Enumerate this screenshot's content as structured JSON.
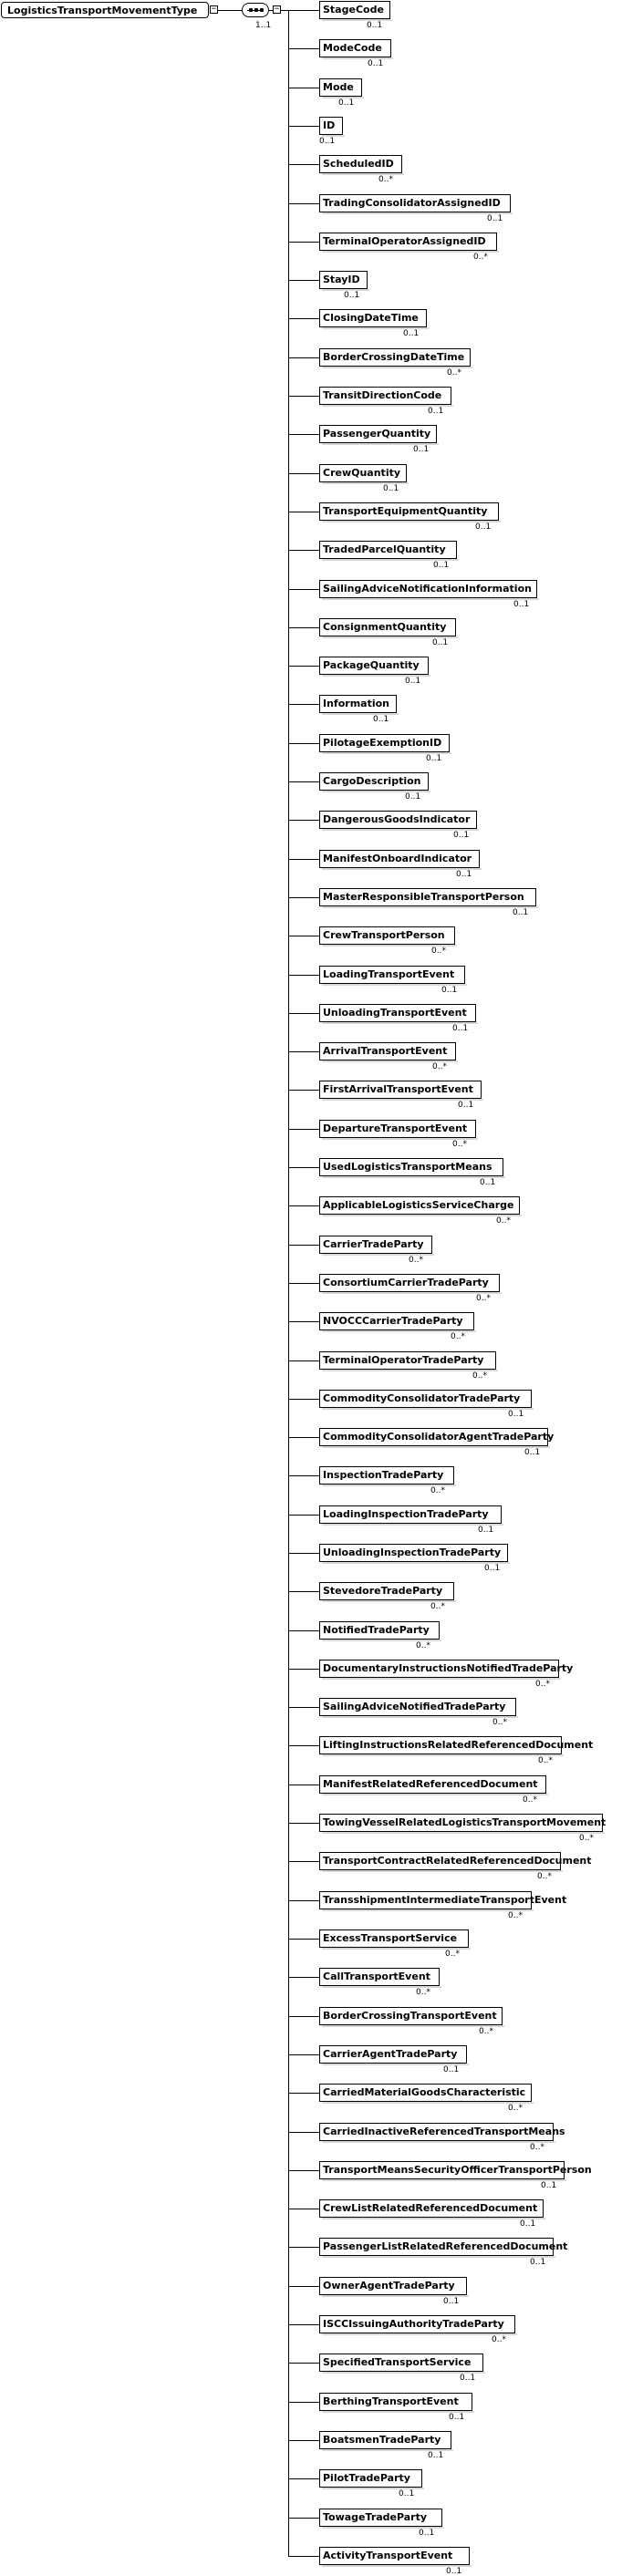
{
  "root": {
    "label": "LogisticsTransportMovementType",
    "cardinality": "1..1"
  },
  "compositor": {
    "type": "sequence",
    "icon": "sequence-icon"
  },
  "elements": [
    {
      "label": "StageCode",
      "card": "0..1"
    },
    {
      "label": "ModeCode",
      "card": "0..1"
    },
    {
      "label": "Mode",
      "card": "0..1"
    },
    {
      "label": "ID",
      "card": "0..1"
    },
    {
      "label": "ScheduledID",
      "card": "0..*"
    },
    {
      "label": "TradingConsolidatorAssignedID",
      "card": "0..1"
    },
    {
      "label": "TerminalOperatorAssignedID",
      "card": "0..*"
    },
    {
      "label": "StayID",
      "card": "0..1"
    },
    {
      "label": "ClosingDateTime",
      "card": "0..1"
    },
    {
      "label": "BorderCrossingDateTime",
      "card": "0..*"
    },
    {
      "label": "TransitDirectionCode",
      "card": "0..1"
    },
    {
      "label": "PassengerQuantity",
      "card": "0..1"
    },
    {
      "label": "CrewQuantity",
      "card": "0..1"
    },
    {
      "label": "TransportEquipmentQuantity",
      "card": "0..1"
    },
    {
      "label": "TradedParcelQuantity",
      "card": "0..1"
    },
    {
      "label": "SailingAdviceNotificationInformation",
      "card": "0..1"
    },
    {
      "label": "ConsignmentQuantity",
      "card": "0..1"
    },
    {
      "label": "PackageQuantity",
      "card": "0..1"
    },
    {
      "label": "Information",
      "card": "0..1"
    },
    {
      "label": "PilotageExemptionID",
      "card": "0..1"
    },
    {
      "label": "CargoDescription",
      "card": "0..1"
    },
    {
      "label": "DangerousGoodsIndicator",
      "card": "0..1"
    },
    {
      "label": "ManifestOnboardIndicator",
      "card": "0..1"
    },
    {
      "label": "MasterResponsibleTransportPerson",
      "card": "0..1"
    },
    {
      "label": "CrewTransportPerson",
      "card": "0..*"
    },
    {
      "label": "LoadingTransportEvent",
      "card": "0..1"
    },
    {
      "label": "UnloadingTransportEvent",
      "card": "0..1"
    },
    {
      "label": "ArrivalTransportEvent",
      "card": "0..*"
    },
    {
      "label": "FirstArrivalTransportEvent",
      "card": "0..1"
    },
    {
      "label": "DepartureTransportEvent",
      "card": "0..*"
    },
    {
      "label": "UsedLogisticsTransportMeans",
      "card": "0..1"
    },
    {
      "label": "ApplicableLogisticsServiceCharge",
      "card": "0..*"
    },
    {
      "label": "CarrierTradeParty",
      "card": "0..*"
    },
    {
      "label": "ConsortiumCarrierTradeParty",
      "card": "0..*"
    },
    {
      "label": "NVOCCCarrierTradeParty",
      "card": "0..*"
    },
    {
      "label": "TerminalOperatorTradeParty",
      "card": "0..*"
    },
    {
      "label": "CommodityConsolidatorTradeParty",
      "card": "0..1"
    },
    {
      "label": "CommodityConsolidatorAgentTradeParty",
      "card": "0..1"
    },
    {
      "label": "InspectionTradeParty",
      "card": "0..*"
    },
    {
      "label": "LoadingInspectionTradeParty",
      "card": "0..1"
    },
    {
      "label": "UnloadingInspectionTradeParty",
      "card": "0..1"
    },
    {
      "label": "StevedoreTradeParty",
      "card": "0..*"
    },
    {
      "label": "NotifiedTradeParty",
      "card": "0..*"
    },
    {
      "label": "DocumentaryInstructionsNotifiedTradeParty",
      "card": "0..*"
    },
    {
      "label": "SailingAdviceNotifiedTradeParty",
      "card": "0..*"
    },
    {
      "label": "LiftingInstructionsRelatedReferencedDocument",
      "card": "0..*"
    },
    {
      "label": "ManifestRelatedReferencedDocument",
      "card": "0..*"
    },
    {
      "label": "TowingVesselRelatedLogisticsTransportMovement",
      "card": "0..*"
    },
    {
      "label": "TransportContractRelatedReferencedDocument",
      "card": "0..*"
    },
    {
      "label": "TransshipmentIntermediateTransportEvent",
      "card": "0..*"
    },
    {
      "label": "ExcessTransportService",
      "card": "0..*"
    },
    {
      "label": "CallTransportEvent",
      "card": "0..*"
    },
    {
      "label": "BorderCrossingTransportEvent",
      "card": "0..*"
    },
    {
      "label": "CarrierAgentTradeParty",
      "card": "0..1"
    },
    {
      "label": "CarriedMaterialGoodsCharacteristic",
      "card": "0..*"
    },
    {
      "label": "CarriedInactiveReferencedTransportMeans",
      "card": "0..*"
    },
    {
      "label": "TransportMeansSecurityOfficerTransportPerson",
      "card": "0..1"
    },
    {
      "label": "CrewListRelatedReferencedDocument",
      "card": "0..1"
    },
    {
      "label": "PassengerListRelatedReferencedDocument",
      "card": "0..1"
    },
    {
      "label": "OwnerAgentTradeParty",
      "card": "0..1"
    },
    {
      "label": "ISCCIssuingAuthorityTradeParty",
      "card": "0..*"
    },
    {
      "label": "SpecifiedTransportService",
      "card": "0..1"
    },
    {
      "label": "BerthingTransportEvent",
      "card": "0..1"
    },
    {
      "label": "BoatsmenTradeParty",
      "card": "0..1"
    },
    {
      "label": "PilotTradeParty",
      "card": "0..1"
    },
    {
      "label": "TowageTradeParty",
      "card": "0..1"
    },
    {
      "label": "ActivityTransportEvent",
      "card": "0..1"
    }
  ]
}
